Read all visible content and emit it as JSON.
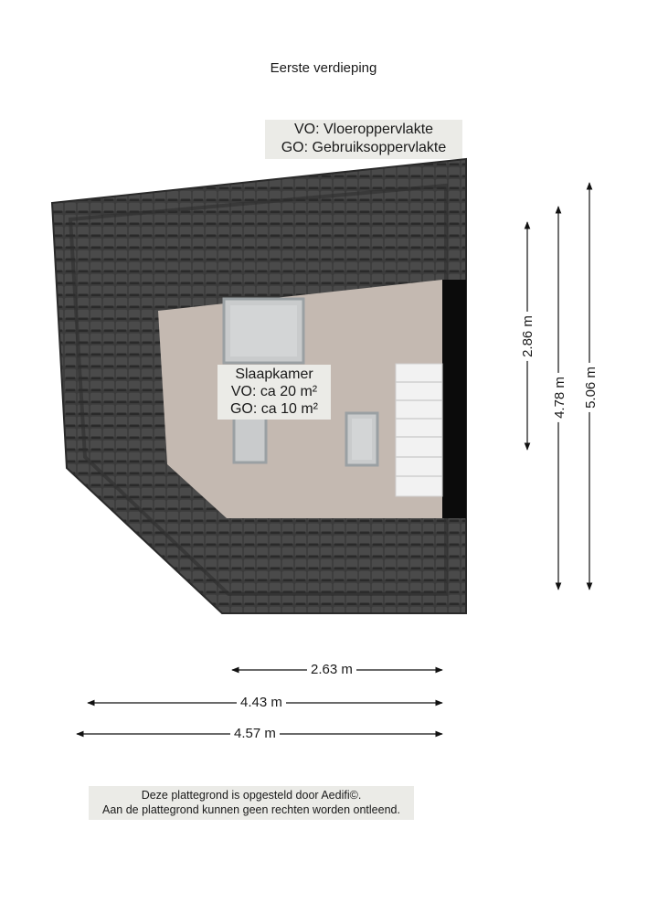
{
  "floor": {
    "title": "Eerste verdieping"
  },
  "legend": {
    "line1": "VO: Vloeroppervlakte",
    "line2": "GO: Gebruiksoppervlakte"
  },
  "room": {
    "name": "Slaapkamer",
    "vo": "VO: ca 20 m²",
    "go": "GO: ca 10 m²"
  },
  "dimensions": {
    "horizontal": [
      "2.63 m",
      "4.43 m",
      "4.57 m"
    ],
    "vertical": [
      "2.86 m",
      "4.78 m",
      "5.06 m"
    ]
  },
  "disclaimer": {
    "line1": "Deze plattegrond is opgesteld door Aedifi©.",
    "line2": "Aan de plattegrond kunnen geen rechten worden ontleend."
  },
  "colors": {
    "roof": "#3a3a3a",
    "floor": "#c4b9b1",
    "skylight": "#c9cbcc",
    "stairs": "#f2f2f2",
    "label_bg": "#ebebe7"
  }
}
